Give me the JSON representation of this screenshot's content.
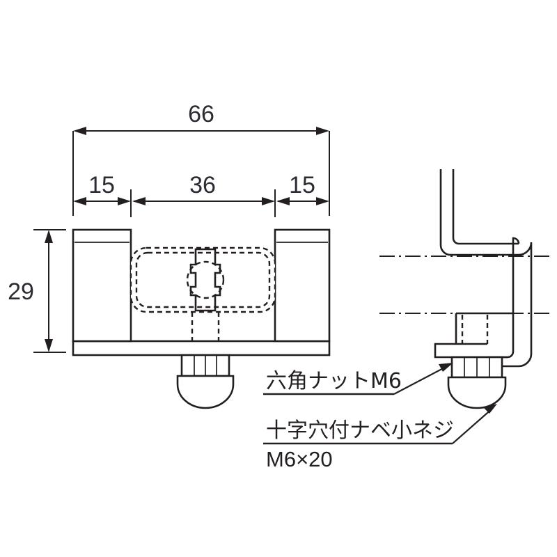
{
  "document": {
    "type": "engineering-drawing",
    "title": "",
    "background_color": "#ffffff",
    "ink_color": "#231f20",
    "dimension_text_color": "#2b2b33",
    "units": "mm",
    "views": [
      "front-view",
      "side-view"
    ]
  },
  "dimensions": {
    "overall_width": "66",
    "left_segment": "15",
    "center_segment": "36",
    "right_segment": "15",
    "height": "29"
  },
  "annotations": {
    "hex_nut": {
      "label": "六角ナットM6",
      "target": "hex-nut"
    },
    "pan_head_screw": {
      "label_line1": "十字穴付ナベ小ネジ",
      "label_line2": "M6×20",
      "target": "screw-head"
    }
  },
  "parts": {
    "front_view": {
      "name": "front-view",
      "left_arm": "left-upright-arm",
      "right_arm": "right-upright-arm",
      "base_plate": "base-plate",
      "center_slot": "center-rounded-slot",
      "screw_head_slot": "cross-recess-screw-head",
      "hex_nut": "hex-nut",
      "dome_head": "dome-screw-head"
    },
    "side_view": {
      "name": "side-view",
      "hook": "l-shaped-hook",
      "body": "clamp-body",
      "hex_nut": "hex-nut",
      "dome_head": "dome-screw-head",
      "centerlines": 2
    }
  }
}
